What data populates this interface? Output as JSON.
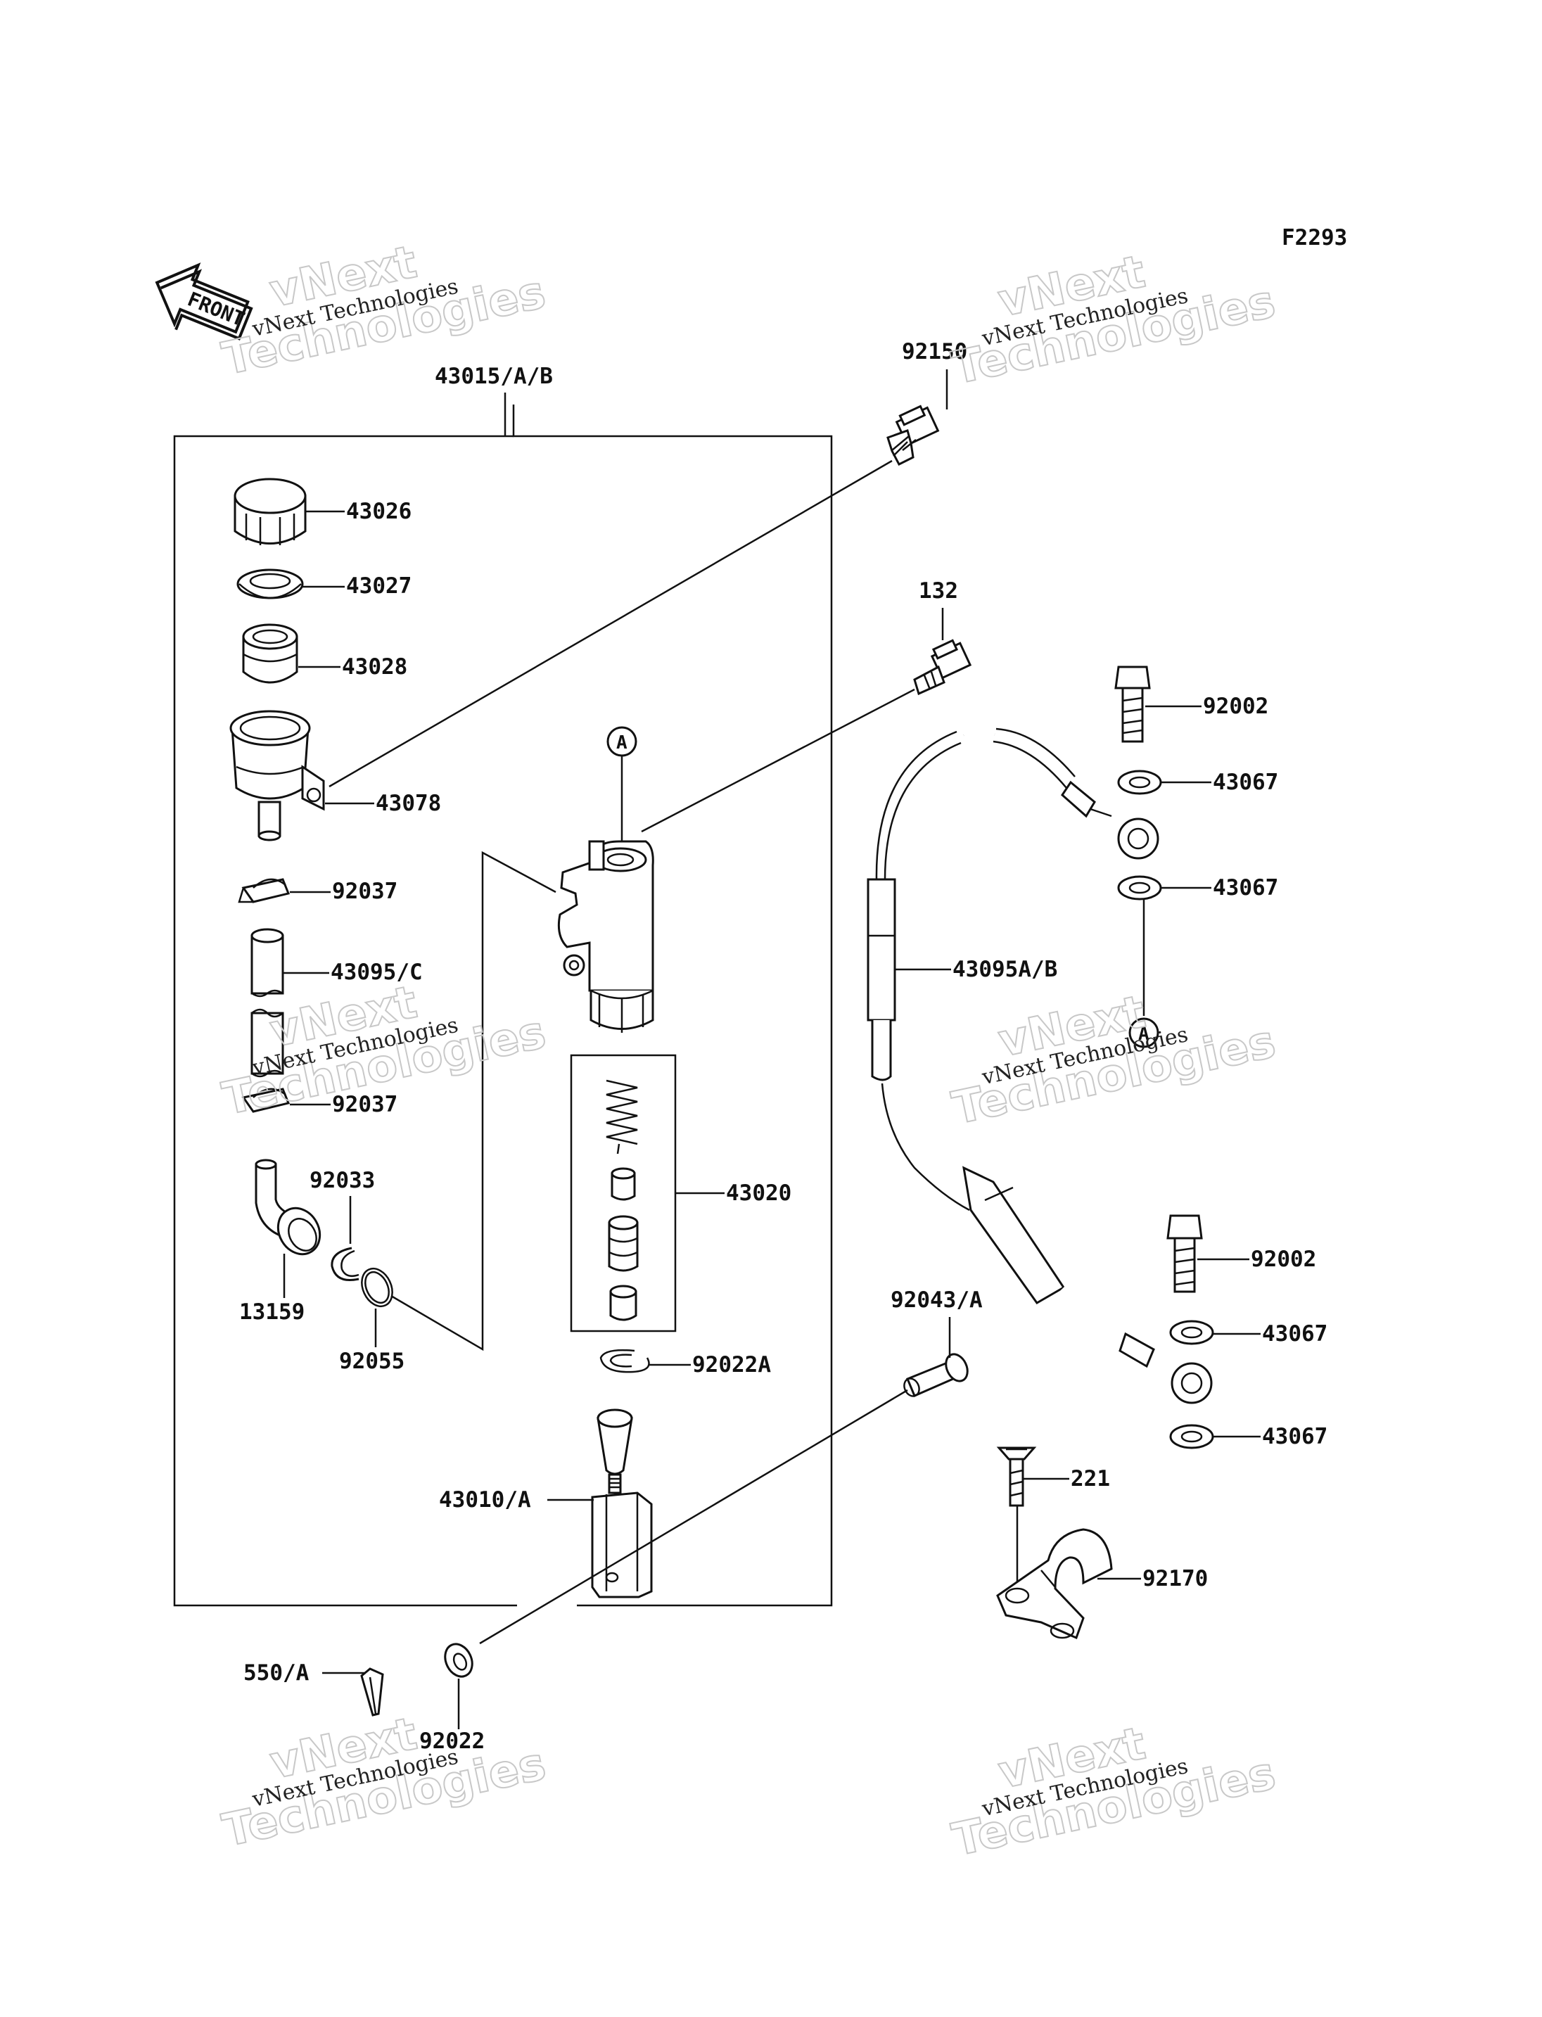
{
  "figure_code": "F2293",
  "front_label": "FRONT",
  "callout_ref": "A",
  "watermark": {
    "brand": "vNext",
    "name": "Technologies",
    "caption": "vNext Technologies"
  },
  "labels": {
    "l43015": "43015/A/B",
    "l92150": "92150",
    "l43026": "43026",
    "l43027": "43027",
    "l43028": "43028",
    "l43078": "43078",
    "l132": "132",
    "l92002a": "92002",
    "l43067a": "43067",
    "l43067b": "43067",
    "l92037a": "92037",
    "l43095c": "43095/C",
    "l43095ab": "43095A/B",
    "l92037b": "92037",
    "l92033": "92033",
    "l43020": "43020",
    "l13159": "13159",
    "l92055": "92055",
    "l92002b": "92002",
    "l92043a": "92043/A",
    "l43067c": "43067",
    "l92022a": "92022A",
    "l43067d": "43067",
    "l221": "221",
    "l43010a": "43010/A",
    "l92170": "92170",
    "l550a": "550/A",
    "l92022": "92022"
  }
}
